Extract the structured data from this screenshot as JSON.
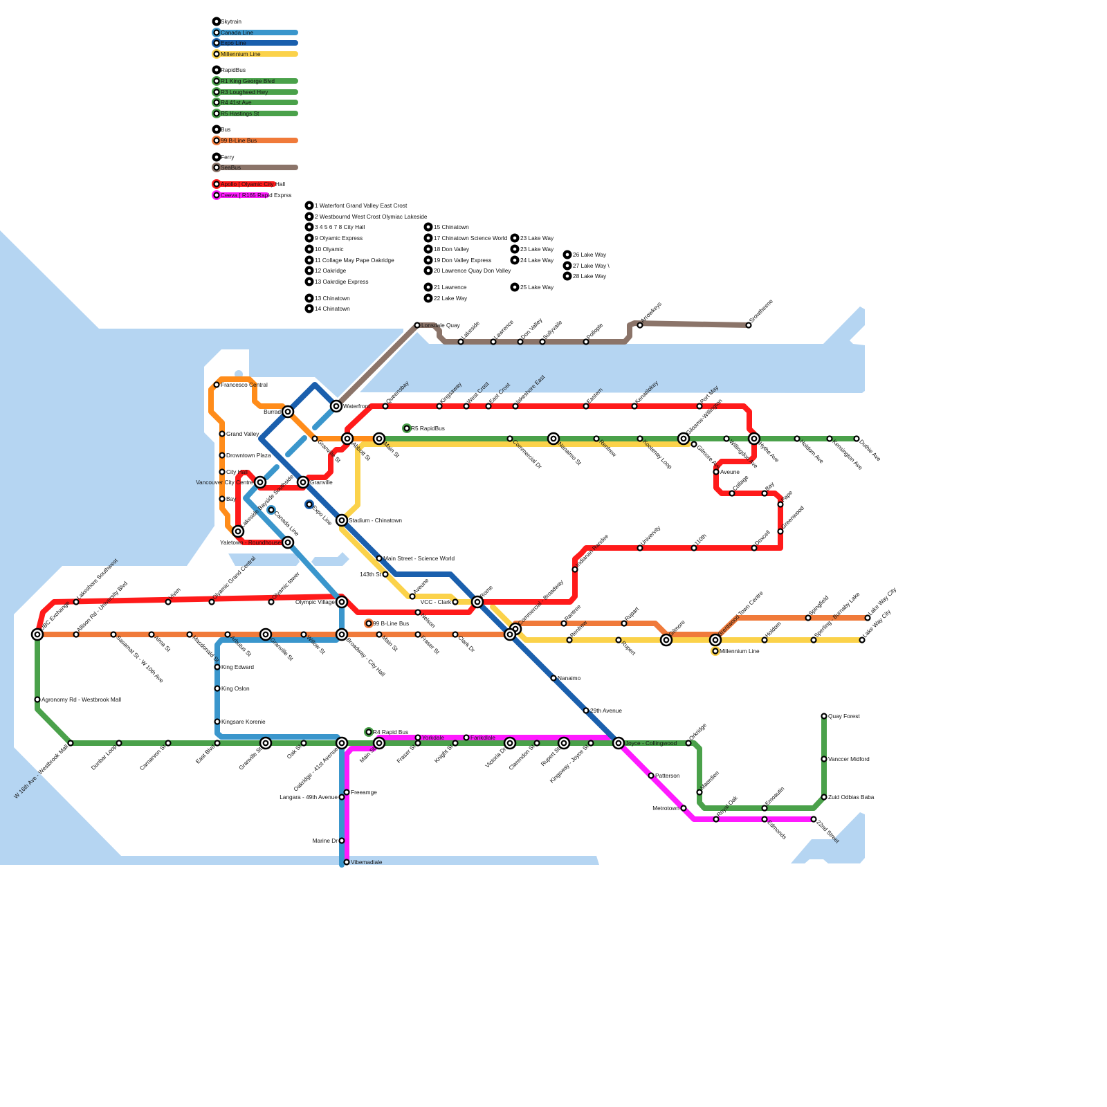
{
  "colors": {
    "water": "#b5d5f2",
    "canada_line": "#3a96cc",
    "expo_line": "#1a5fad",
    "millennium_line": "#fbd24a",
    "rapidbus": "#4aa14a",
    "b_line": "#f07a3a",
    "downtown_orange": "#ff8c1a",
    "seabus": "#8b7469",
    "apollo": "#ff1a1a",
    "ceeva": "#ff1aff"
  },
  "legend": [
    {
      "label": "Skytrain",
      "color": "#000000",
      "bar": false
    },
    {
      "label": "Canada Line",
      "color": "#3a96cc",
      "bar": true
    },
    {
      "label": "Expo Line",
      "color": "#1a5fad",
      "bar": true
    },
    {
      "label": "Millennium Line",
      "color": "#fbd24a",
      "bar": true
    },
    {
      "label": "RapidBus",
      "color": "#000000",
      "bar": false
    },
    {
      "label": "R1 King George Blvd",
      "color": "#4aa14a",
      "bar": true
    },
    {
      "label": "R3 Lougheed Hwy",
      "color": "#4aa14a",
      "bar": true
    },
    {
      "label": "R4 41st Ave",
      "color": "#4aa14a",
      "bar": true
    },
    {
      "label": "R5 Hastings St",
      "color": "#4aa14a",
      "bar": true
    },
    {
      "label": "Bus",
      "color": "#000000",
      "bar": false
    },
    {
      "label": "99 B-Line Bus",
      "color": "#f07a3a",
      "bar": true
    },
    {
      "label": "Ferry",
      "color": "#000000",
      "bar": false
    },
    {
      "label": "SeaBus",
      "color": "#8b7469",
      "bar": true
    },
    {
      "label": "Apollo  [ Olyamic City Hall",
      "color": "#ff1a1a",
      "bar": true
    },
    {
      "label": "Ceeva [ R165 Rapid Exprss",
      "color": "#ff1aff",
      "bar": true
    }
  ],
  "routes": [
    "1 Waterfont Grand Valley East Crost",
    "2 Westbournd West Crost Olymiac Lakeside",
    "3 4 5 6 7 8 City Hall",
    "9 Olyamic Express",
    "10 Olyamic",
    "11 Collage May Pape Oakridge",
    "12 Oakridge",
    "13 Oakrdige Express",
    "13 Chinatown",
    "14 Chinatown",
    "15 Chinatown",
    "17 Chinatown Science World",
    "18 Don Valley",
    "19 Don Valley Express",
    "20 Lawrence Quay Don Valley",
    "21 Lawrence",
    "22 Lake Way",
    "23 Lake Way",
    "23 Lake Way",
    "24 Lake Way",
    "25 Lake Way",
    "26 Lake Way",
    "27 Lake Way \\",
    "28 Lake Way"
  ],
  "stations": [
    {
      "name": "Lonsdale Quay"
    },
    {
      "name": "Lakeside"
    },
    {
      "name": "Lawrence"
    },
    {
      "name": "Don Valley"
    },
    {
      "name": "Sullyvaile"
    },
    {
      "name": "Pollople"
    },
    {
      "name": "Arrowkeys"
    },
    {
      "name": "Srowtheene"
    },
    {
      "name": "Waterfront"
    },
    {
      "name": "Queensbay"
    },
    {
      "name": "Kingsaway"
    },
    {
      "name": "West Crost"
    },
    {
      "name": "East Crost"
    },
    {
      "name": "lakeshore East"
    },
    {
      "name": "Eastern"
    },
    {
      "name": "Kenatilokey"
    },
    {
      "name": "Port May"
    },
    {
      "name": "Abbott St"
    },
    {
      "name": "Main St"
    },
    {
      "name": "Commercial Dr"
    },
    {
      "name": "Nanaimo St"
    },
    {
      "name": "Renfrew"
    },
    {
      "name": "Kootenay Loop"
    },
    {
      "name": "Gilmore Ave"
    },
    {
      "name": "Giloame-Willington"
    },
    {
      "name": "Willingdon Ave"
    },
    {
      "name": "Hythe Ave"
    },
    {
      "name": "Holdom Ave"
    },
    {
      "name": "Kensington Ave"
    },
    {
      "name": "Duthie Ave"
    },
    {
      "name": "R5 RapidBus"
    },
    {
      "name": "Aveune"
    },
    {
      "name": "Collage"
    },
    {
      "name": "Bay"
    },
    {
      "name": "Pape"
    },
    {
      "name": "Greenwood"
    },
    {
      "name": "Doxcell"
    },
    {
      "name": "110th"
    },
    {
      "name": "Univervity"
    },
    {
      "name": "Indianan Randee"
    },
    {
      "name": "Francesco Central"
    },
    {
      "name": "Grand Valley"
    },
    {
      "name": "Drowntown Plaza"
    },
    {
      "name": "City Hall"
    },
    {
      "name": "Bay"
    },
    {
      "name": "Burrad"
    },
    {
      "name": "Granville St"
    },
    {
      "name": "Vancouver City Centre"
    },
    {
      "name": "Granville"
    },
    {
      "name": "Lakeside Bayside Southside"
    },
    {
      "name": "Yaletown - Roundhouse"
    },
    {
      "name": "Canada Line"
    },
    {
      "name": "Expo Line"
    },
    {
      "name": "Stadium - Chinatown"
    },
    {
      "name": "Main Street - Science World"
    },
    {
      "name": "143th St"
    },
    {
      "name": "Aveune"
    },
    {
      "name": "Nelson"
    },
    {
      "name": "VCC - Clark"
    },
    {
      "name": "Rome"
    },
    {
      "name": "Commercial - Broadway"
    },
    {
      "name": ""
    },
    {
      "name": "UBC Exchange"
    },
    {
      "name": "Allison Rd - University Blvd"
    },
    {
      "name": "Sasamat St - W 10th Ave"
    },
    {
      "name": "Alma St"
    },
    {
      "name": "Macdonald St"
    },
    {
      "name": "Arbutus St"
    },
    {
      "name": "Granville St"
    },
    {
      "name": "Willow St"
    },
    {
      "name": "Broadway - City Hall"
    },
    {
      "name": "Main St"
    },
    {
      "name": "Fraser St"
    },
    {
      "name": "Clark Dr"
    },
    {
      "name": "99 B-Line Bus"
    },
    {
      "name": "Lakeshore Southwest"
    },
    {
      "name": "Vivim"
    },
    {
      "name": "Olyamic Grand Central"
    },
    {
      "name": "Olyamic tower"
    },
    {
      "name": "Olympic Village"
    },
    {
      "name": "Rantree"
    },
    {
      "name": "Rupart"
    },
    {
      "name": "Renfrew"
    },
    {
      "name": "Rupert"
    },
    {
      "name": "Gilmore"
    },
    {
      "name": "Brentwood Town Centre"
    },
    {
      "name": "Holdom"
    },
    {
      "name": "Spingfield"
    },
    {
      "name": "Sperling - Burnaby Lake"
    },
    {
      "name": "Lake Way City"
    },
    {
      "name": "Lake Way City"
    },
    {
      "name": "Millennium Line"
    },
    {
      "name": "Nanaimo"
    },
    {
      "name": "29th Avenue"
    },
    {
      "name": "Joyce - Collingwood"
    },
    {
      "name": "King Edward"
    },
    {
      "name": "King Oslon"
    },
    {
      "name": "Kingsare Korenie"
    },
    {
      "name": "Freeamge"
    },
    {
      "name": "Langara - 49th Avenue"
    },
    {
      "name": "Marine Dr"
    },
    {
      "name": "Vibemadiale"
    },
    {
      "name": "Agronomy Rd - Westbrook Mall"
    },
    {
      "name": "W 16th Ave - Westbrook Mall"
    },
    {
      "name": "Dunbar Loop"
    },
    {
      "name": "Carnarvon St"
    },
    {
      "name": "East Blvd"
    },
    {
      "name": "Granville St"
    },
    {
      "name": "Oak St"
    },
    {
      "name": "Oakridge - 41st Avenue"
    },
    {
      "name": "Main St"
    },
    {
      "name": "Fraser St"
    },
    {
      "name": "Knight St"
    },
    {
      "name": "Victoria Dr"
    },
    {
      "name": "Clarendon St"
    },
    {
      "name": "Rupert St"
    },
    {
      "name": "Kingsway - Joyce St"
    },
    {
      "name": "Orkridge"
    },
    {
      "name": "R4 Rapid Bus"
    },
    {
      "name": "Yorkdale"
    },
    {
      "name": "Farikdlale"
    },
    {
      "name": "Patterson"
    },
    {
      "name": "Metrotown"
    },
    {
      "name": "Maordien"
    },
    {
      "name": "Royal Oak"
    },
    {
      "name": "Emoautin"
    },
    {
      "name": "Edmonds"
    },
    {
      "name": "22nd Street"
    },
    {
      "name": "Zuid Odbias Baba"
    },
    {
      "name": "Vanccer Midford"
    },
    {
      "name": "Quay Forest"
    }
  ]
}
